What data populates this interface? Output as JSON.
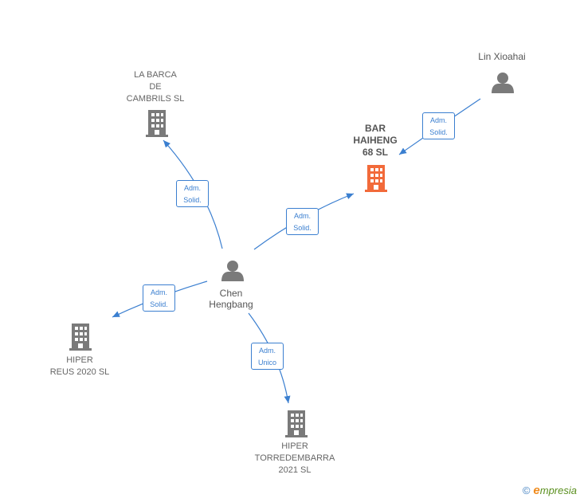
{
  "nodes": {
    "la_barca": {
      "label": "LA BARCA\nDE\nCAMBRILS  SL"
    },
    "bar_haiheng": {
      "label": "BAR\nHAIHENG\n68  SL",
      "color": "#f26a3a"
    },
    "lin_xioahai": {
      "label": "Lin Xioahai"
    },
    "chen_hengbang": {
      "label": "Chen\nHengbang"
    },
    "hiper_reus": {
      "label": "HIPER\nREUS 2020  SL"
    },
    "hiper_torredembarra": {
      "label": "HIPER\nTORREDEMBARRA\n2021  SL"
    }
  },
  "edges": {
    "chen_la_barca": "Adm.\nSolid.",
    "chen_bar_haiheng": "Adm.\nSolid.",
    "lin_bar_haiheng": "Adm.\nSolid.",
    "chen_hiper_reus": "Adm.\nSolid.",
    "chen_hiper_torredembarra": "Adm.\nUnico"
  },
  "colors": {
    "company": "#7a7a7a",
    "highlight": "#f26a3a",
    "person": "#7a7a7a",
    "edge": "#3b7fd0"
  },
  "footer": {
    "copyright": "©",
    "brand_initial": "e",
    "brand_rest": "mpresia"
  }
}
